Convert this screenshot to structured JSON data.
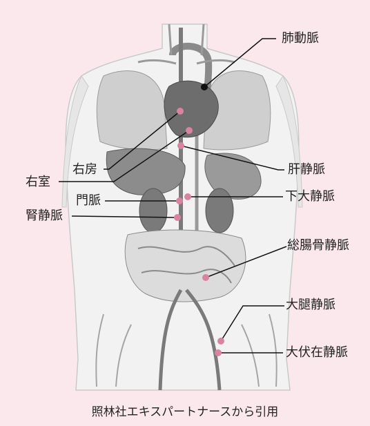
{
  "labels": {
    "pulmonary_artery": "肺動脈",
    "right_atrium": "右房",
    "right_ventricle": "右室",
    "hepatic_vein": "肝静脈",
    "portal_vein": "門脈",
    "inferior_vena_cava": "下大静脈",
    "renal_vein": "腎静脈",
    "common_iliac_vein": "総腸骨静脈",
    "femoral_vein": "大腿静脈",
    "great_saphenous_vein": "大伏在静脈"
  },
  "credit": "照林社エキスパートナースから引用",
  "colors": {
    "background": "#fbe8ec",
    "marker": "#d9849e",
    "marker_black": "#111111",
    "leader": "#111111"
  }
}
